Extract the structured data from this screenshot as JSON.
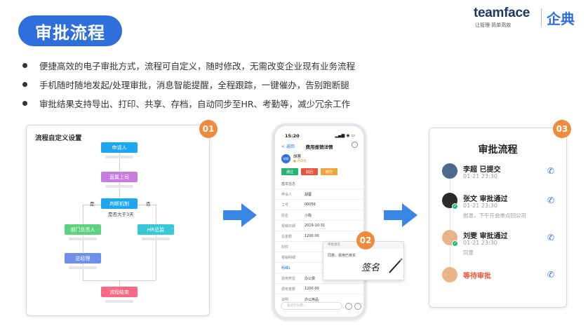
{
  "title": "审批流程",
  "logo": {
    "en": "teamface",
    "tagline": "让管理·简单高效",
    "cn": "企典"
  },
  "bullets": [
    "便捷高效的电子审批方式，流程可自定义，随时修改，无需改变企业现有业务流程",
    "手机随时随地发起/处理审批，消息智能提醒，全程跟踪，一键催办，告别跑断腿",
    "审批结果支持导出、打印、共享、存档，自动同步至HR、考勤等，减少冗余工作"
  ],
  "badges": [
    "01",
    "02",
    "03"
  ],
  "flow": {
    "title": "流程自定义设置",
    "nodes": {
      "applicant": "申请人",
      "manager": "直属上司",
      "decision": "判断机制",
      "condition": "是否大于3天",
      "dept_head": "部门负责人",
      "hr": "HR总监",
      "gm": "总经理",
      "end": "流程结束"
    },
    "yes": "是",
    "no": "否"
  },
  "phone": {
    "time": "15:20",
    "signal": "▂▄▆ ◉ ▭",
    "back": "< 返回",
    "title": "费用报销详情",
    "avatar": "胡蓉",
    "user": "胡蓉",
    "status": "● 待审批",
    "buttons": [
      "通过",
      "驳回",
      "转交"
    ],
    "section": "基本信息",
    "rows": [
      {
        "k": "申请人",
        "v": "胡蓉"
      },
      {
        "k": "工号",
        "v": "00056"
      },
      {
        "k": "姓名",
        "v": "小陈"
      },
      {
        "k": "报销日期",
        "v": "2019-10-31"
      },
      {
        "k": "总金额",
        "v": "1200.00"
      },
      {
        "k": "附件",
        "v": ""
      },
      {
        "k": "报销明细",
        "v": ""
      },
      {
        "k": "明细1",
        "v": ""
      },
      {
        "k": "费用类型",
        "v": "办公费"
      },
      {
        "k": "费用金额",
        "v": "1200.00"
      },
      {
        "k": "说明",
        "v": "办公用品"
      }
    ],
    "input_placeholder": "说点什么吧..."
  },
  "signature": {
    "head": "审批意见",
    "text": "同意，费用已核实",
    "scribble": "签名"
  },
  "approval": {
    "title": "审批流程",
    "steps": [
      {
        "name": "李超  已提交",
        "time": "01-21 23:30",
        "note": "",
        "color": "#4a6a8a"
      },
      {
        "name": "张文  审批通过",
        "time": "01-21 23:30",
        "note": "批准，下午开会单点回公司",
        "color": "#2b2b2b"
      },
      {
        "name": "刘雯  审批通过",
        "time": "01-21 23:30",
        "note": "同意",
        "color": "#e8b48a"
      },
      {
        "name": "等待审批",
        "time": "",
        "note": "",
        "color": "#e8b48a"
      }
    ],
    "phone_icon": "✆",
    "pending_color": "#e9553b"
  },
  "colors": {
    "primary": "#2f6fdb",
    "badge": "#f08a3c",
    "flow_blue": "#1ea7ef",
    "flow_purple": "#c77dde",
    "flow_green": "#5fd27f",
    "flow_teal": "#38c8d6",
    "flow_indigo": "#6f8fe8",
    "flow_pink": "#f76a82"
  }
}
